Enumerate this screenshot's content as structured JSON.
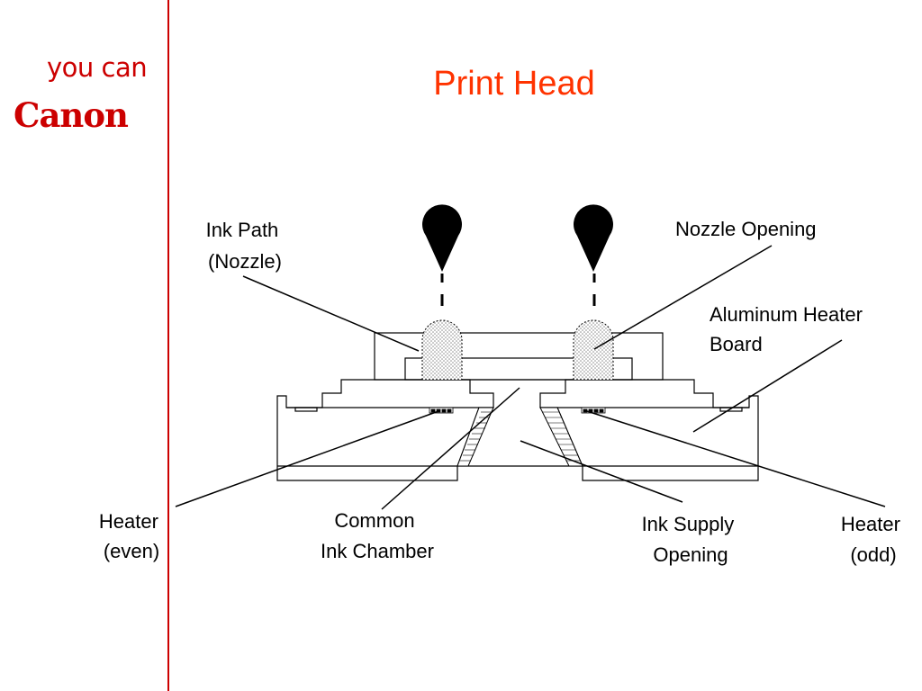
{
  "branding": {
    "tagline": "you can",
    "brand": "Canon",
    "brand_color": "#cc0000"
  },
  "slide": {
    "title": "Print Head",
    "title_color": "#ff3300",
    "divider_color": "#cc0000"
  },
  "labels": {
    "ink_path": [
      "Ink Path",
      "(Nozzle)"
    ],
    "nozzle_opening": "Nozzle Opening",
    "aluminum_board": [
      "Aluminum Heater",
      "Board"
    ],
    "heater_even": [
      "Heater",
      "(even)"
    ],
    "common_chamber": [
      "Common",
      "Ink Chamber"
    ],
    "ink_supply": [
      "Ink Supply",
      "Opening"
    ],
    "heater_odd": [
      "Heater",
      "(odd)"
    ]
  }
}
